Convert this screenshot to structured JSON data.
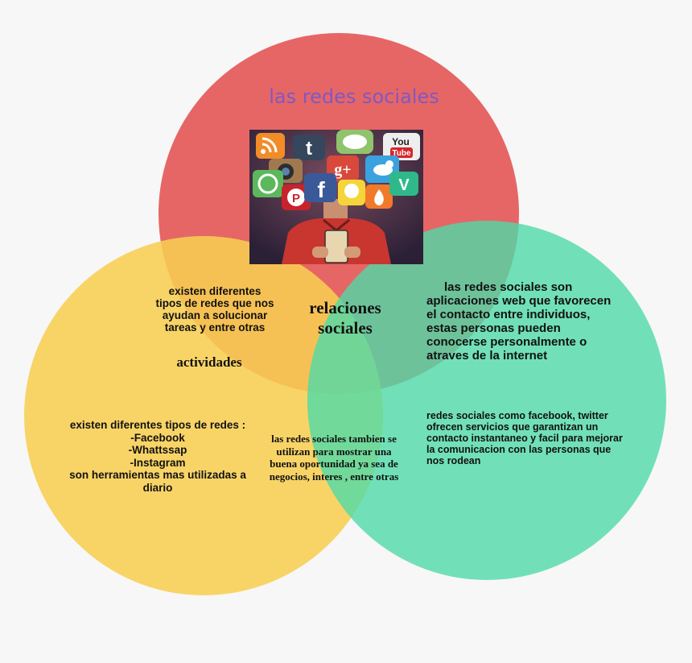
{
  "colors": {
    "background": "#f7f7f7",
    "circle_top": "#e45a5a",
    "circle_left": "#f8cf52",
    "circle_right": "#4fd9a8",
    "title": "#7f58c4"
  },
  "title": "las redes sociales",
  "center_label": "relaciones sociales",
  "activities_label": "actividades",
  "top_left_text": "existen diferentes tipos de redes que nos ayudan a solucionar tareas y entre otras",
  "top_right_text": "las redes sociales son aplicaciones web que favorecen el contacto entre individuos, estas personas pueden conocerse personalmente o atraves de la internet",
  "bottom_right_text": "redes sociales como facebook, twitter ofrecen servicios que garantizan un contacto instantaneo y facil para mejorar la comunicacion con las personas que nos rodean",
  "bottom_left_text": {
    "intro": "existen diferentes tipos de redes :",
    "items": [
      "-Facebook",
      "-Whattssap",
      "-Instagram"
    ],
    "outro": "son herramientas mas utilizadas a diario"
  },
  "bottom_center_text": "las redes sociales tambien se utilizan para mostrar una buena oportunidad ya sea de negocios, interes , entre otras",
  "image": {
    "icons": [
      "rss-icon",
      "tumblr-icon",
      "chat-icon",
      "youtube-icon",
      "camera-icon",
      "googleplus-icon",
      "twitter-icon",
      "whatsapp-icon",
      "facebook-icon",
      "snapchat-icon",
      "fire-icon",
      "vine-icon",
      "pinterest-icon"
    ],
    "icon_text": {
      "tumblr": "t",
      "googleplus": "g+",
      "facebook": "f",
      "youtube_top": "You",
      "youtube_bottom": "Tube",
      "pinterest": "P",
      "vine": "V"
    }
  }
}
